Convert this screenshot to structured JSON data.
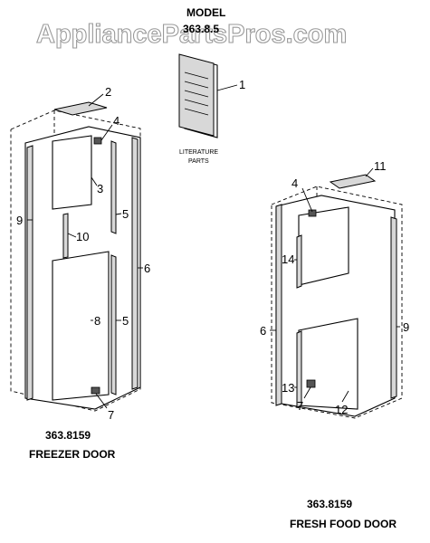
{
  "watermark": "AppliancePartsPros.com",
  "header": {
    "model_label": "MODEL",
    "model_number": "363.8.5"
  },
  "literature": {
    "label_line1": "LITERATURE",
    "label_line2": "PARTS",
    "callout": "1"
  },
  "freezer": {
    "model": "363.8159",
    "name": "FREEZER DOOR",
    "callouts": [
      "2",
      "4",
      "3",
      "9",
      "10",
      "5",
      "6",
      "8",
      "5",
      "7"
    ]
  },
  "fresh_food": {
    "model": "363.8159",
    "name": "FRESH FOOD DOOR",
    "callouts": [
      "11",
      "4",
      "14",
      "6",
      "9",
      "13",
      "7",
      "12"
    ]
  }
}
